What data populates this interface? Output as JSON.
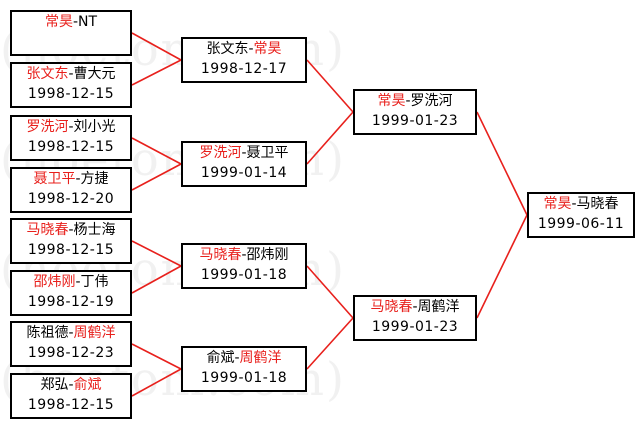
{
  "colors": {
    "winner": "#e8201c",
    "connector": "#e8201c",
    "border": "#000000"
  },
  "watermark": [
    "(hoetom.com)",
    "(hoetom.com)",
    "(hoetom.com)",
    "(hoetom.com)"
  ],
  "rounds": [
    [
      {
        "p1": "常昊",
        "p2": "NT",
        "winner": 1,
        "date": ""
      },
      {
        "p1": "张文东",
        "p2": "曹大元",
        "winner": 1,
        "date": "1998-12-15"
      },
      {
        "p1": "罗洗河",
        "p2": "刘小光",
        "winner": 1,
        "date": "1998-12-15"
      },
      {
        "p1": "聂卫平",
        "p2": "方捷",
        "winner": 1,
        "date": "1998-12-20"
      },
      {
        "p1": "马晓春",
        "p2": "杨士海",
        "winner": 1,
        "date": "1998-12-15"
      },
      {
        "p1": "邵炜刚",
        "p2": "丁伟",
        "winner": 1,
        "date": "1998-12-19"
      },
      {
        "p1": "陈祖德",
        "p2": "周鹤洋",
        "winner": 2,
        "date": "1998-12-23"
      },
      {
        "p1": "郑弘",
        "p2": "俞斌",
        "winner": 2,
        "date": "1998-12-15"
      }
    ],
    [
      {
        "p1": "张文东",
        "p2": "常昊",
        "winner": 2,
        "date": "1998-12-17"
      },
      {
        "p1": "罗洗河",
        "p2": "聂卫平",
        "winner": 1,
        "date": "1999-01-14"
      },
      {
        "p1": "马晓春",
        "p2": "邵炜刚",
        "winner": 1,
        "date": "1999-01-18"
      },
      {
        "p1": "俞斌",
        "p2": "周鹤洋",
        "winner": 2,
        "date": "1999-01-18"
      }
    ],
    [
      {
        "p1": "常昊",
        "p2": "罗洗河",
        "winner": 1,
        "date": "1999-01-23"
      },
      {
        "p1": "马晓春",
        "p2": "周鹤洋",
        "winner": 1,
        "date": "1999-01-23"
      }
    ],
    [
      {
        "p1": "常昊",
        "p2": "马晓春",
        "winner": 1,
        "date": "1999-06-11"
      }
    ]
  ]
}
